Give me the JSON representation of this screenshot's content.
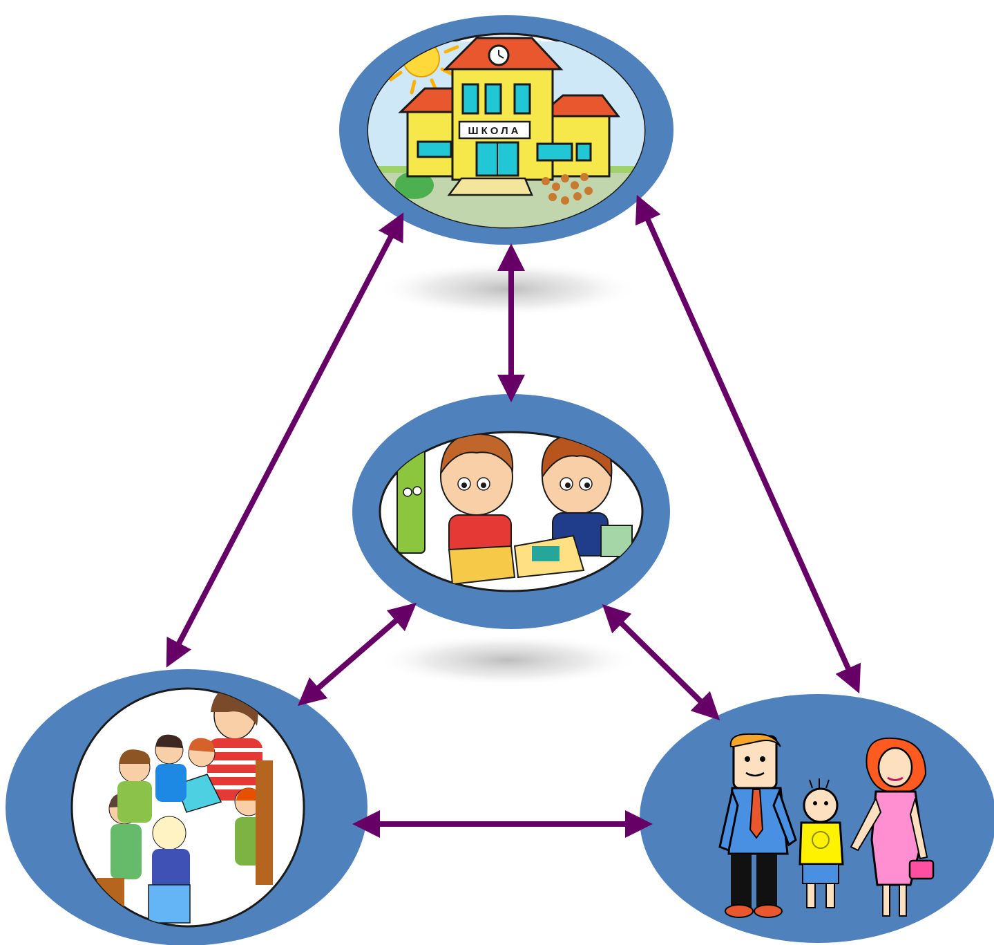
{
  "diagram": {
    "nodes": [
      {
        "id": "school",
        "picture": "school-building-illustration"
      },
      {
        "id": "pupils",
        "picture": "two-children-reading-illustration"
      },
      {
        "id": "teacher",
        "picture": "teacher-reading-to-children-illustration"
      },
      {
        "id": "family",
        "picture": "parents-with-child-illustration"
      }
    ],
    "edges": [
      {
        "from": "school",
        "to": "pupils",
        "direction": "both"
      },
      {
        "from": "school",
        "to": "teacher",
        "direction": "both"
      },
      {
        "from": "school",
        "to": "family",
        "direction": "both"
      },
      {
        "from": "pupils",
        "to": "teacher",
        "direction": "both"
      },
      {
        "from": "pupils",
        "to": "family",
        "direction": "both"
      },
      {
        "from": "teacher",
        "to": "family",
        "direction": "both"
      }
    ],
    "school_sign": "ШКОЛА"
  },
  "colors": {
    "node_ring": "#4f81bd",
    "arrow": "#660066",
    "background": "#ffffff",
    "school_wall": "#f6e84a",
    "roof": "#e8572e",
    "window": "#21c7d4"
  }
}
